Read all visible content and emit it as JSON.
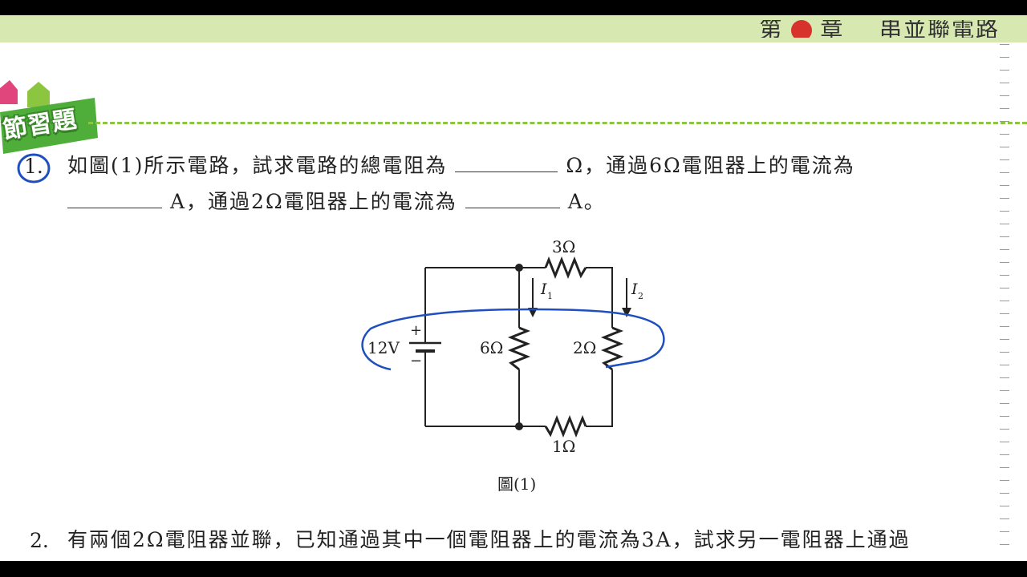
{
  "header": {
    "chapter_prefix": "第",
    "chapter_suffix": "章",
    "chapter_title": "串並聯電路",
    "section_badge": "節習題"
  },
  "question1": {
    "number": "1.",
    "line1_before": "如圖(1)所示電路，試求電路的總電阻為",
    "line1_unit": "Ω，通過6Ω電阻器上的電流為",
    "line2_unit_a": "A，通過2Ω電阻器上的電流為",
    "line2_end": "A。"
  },
  "circuit": {
    "source_label": "12V",
    "plus_sign": "+",
    "minus_sign": "−",
    "r_top": "3Ω",
    "r_mid_left": "6Ω",
    "r_mid_right": "2Ω",
    "r_bottom": "1Ω",
    "current_1": "I",
    "current_1_sub": "1",
    "current_2": "I",
    "current_2_sub": "2",
    "caption": "圖(1)"
  },
  "question2": {
    "number": "2.",
    "text": "有兩個2Ω電阻器並聯，已知通過其中一個電阻器上的電流為3A，試求另一電阻器上通過"
  },
  "colors": {
    "header_band": "#d7e8b0",
    "badge_green": "#3a8a2a",
    "dash_green": "#8cc640",
    "annotation_blue": "#1f4fbf",
    "chapter_dot": "#d7332c"
  }
}
